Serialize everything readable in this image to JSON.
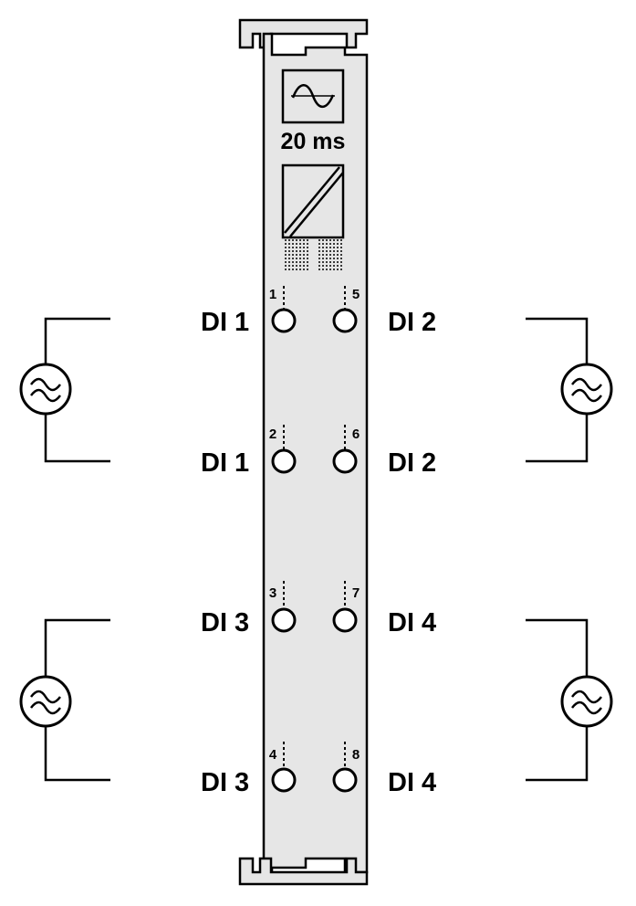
{
  "module": {
    "filter_time": "20 ms",
    "filter_symbol": "≁",
    "source_symbol": "≈"
  },
  "terminals": [
    {
      "number": "1",
      "signal": "DI 1",
      "side": "left"
    },
    {
      "number": "5",
      "signal": "DI 2",
      "side": "right"
    },
    {
      "number": "2",
      "signal": "DI 1",
      "side": "left"
    },
    {
      "number": "6",
      "signal": "DI 2",
      "side": "right"
    },
    {
      "number": "3",
      "signal": "DI 3",
      "side": "left"
    },
    {
      "number": "7",
      "signal": "DI 4",
      "side": "right"
    },
    {
      "number": "4",
      "signal": "DI 3",
      "side": "left"
    },
    {
      "number": "8",
      "signal": "DI 4",
      "side": "right"
    }
  ],
  "sources": [
    {
      "name": "source-1",
      "side": "left",
      "symbol": "≈"
    },
    {
      "name": "source-2",
      "side": "right",
      "symbol": "≈"
    },
    {
      "name": "source-3",
      "side": "left",
      "symbol": "≈"
    },
    {
      "name": "source-4",
      "side": "right",
      "symbol": "≈"
    }
  ],
  "colors": {
    "module_fill": "#e6e6e6",
    "stroke": "#000000",
    "terminal_fill": "#ffffff"
  }
}
